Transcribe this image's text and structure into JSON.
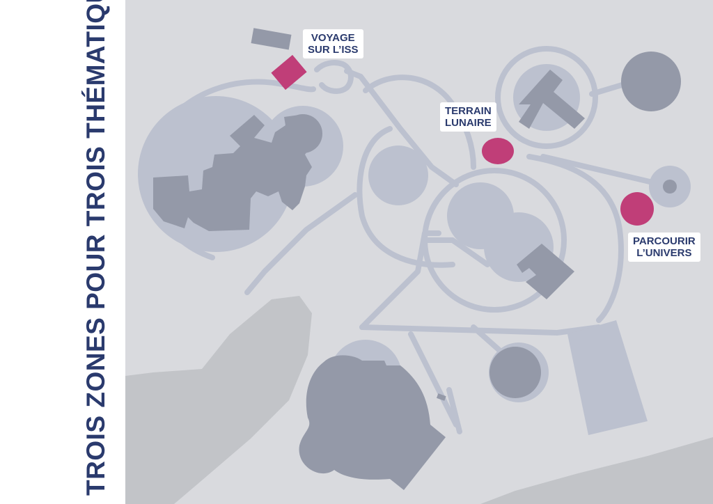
{
  "side_title": "TROIS ZONES POUR TROIS THÉMATIQUES",
  "colors": {
    "title": "#2a3a6d",
    "map_background": "#d9dade",
    "ground": "#c2c4c8",
    "zone_circle": "#bcc1cf",
    "building": "#9499a8",
    "path": "#bcc1cf",
    "highlight": "#c03e78"
  },
  "labels": {
    "iss": {
      "line1": "VOYAGE",
      "line2": "SUR L’ISS"
    },
    "lunar": {
      "line1": "TERRAIN",
      "line2": "LUNAIRE"
    },
    "universe": {
      "line1": "PARCOURIR",
      "line2": "L’UNIVERS"
    }
  }
}
